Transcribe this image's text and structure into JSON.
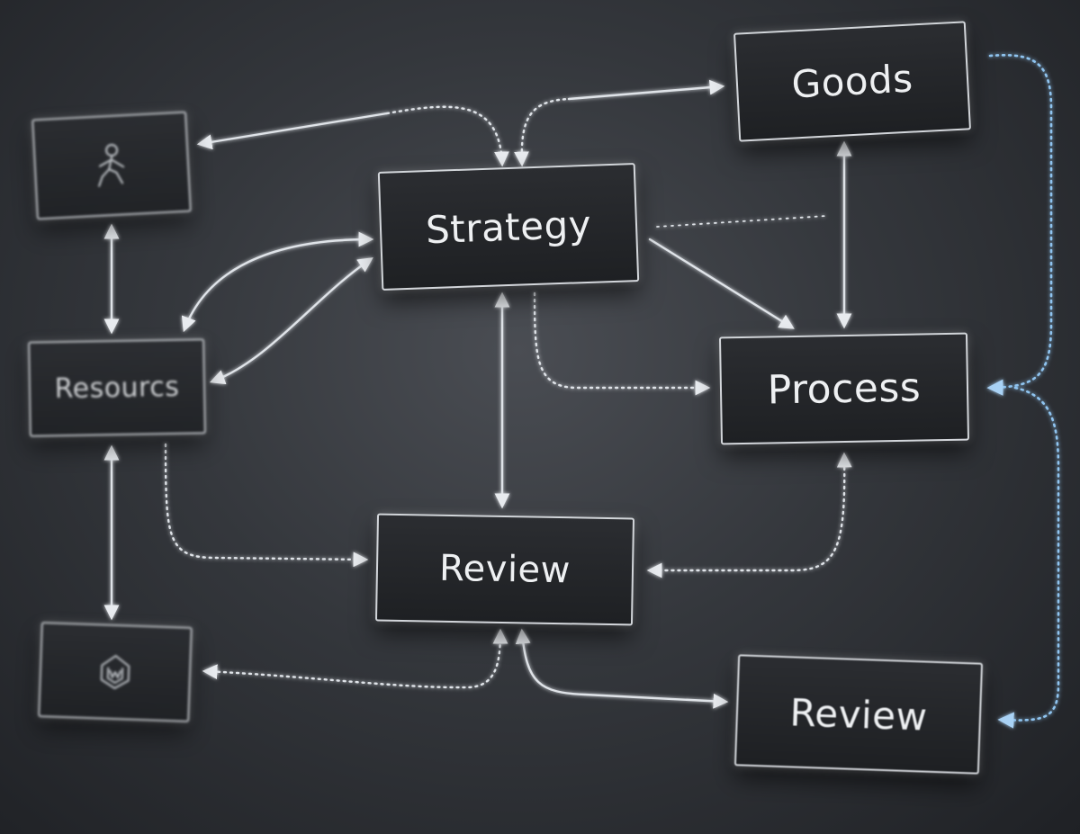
{
  "nodes": {
    "goods": "Goods",
    "strategy": "Strategy",
    "resources": "Resourcs",
    "process": "Process",
    "review_center": "Review",
    "review_bottom": "Review"
  },
  "icons": {
    "top_left": "person-icon",
    "bottom_left": "shield-icon"
  },
  "colors": {
    "background": "#34373c",
    "node_fill": "#24262a",
    "node_border": "#ebeef2",
    "wire": "#dfe3e8",
    "wire_glow_blue": "#8fc4f0"
  }
}
